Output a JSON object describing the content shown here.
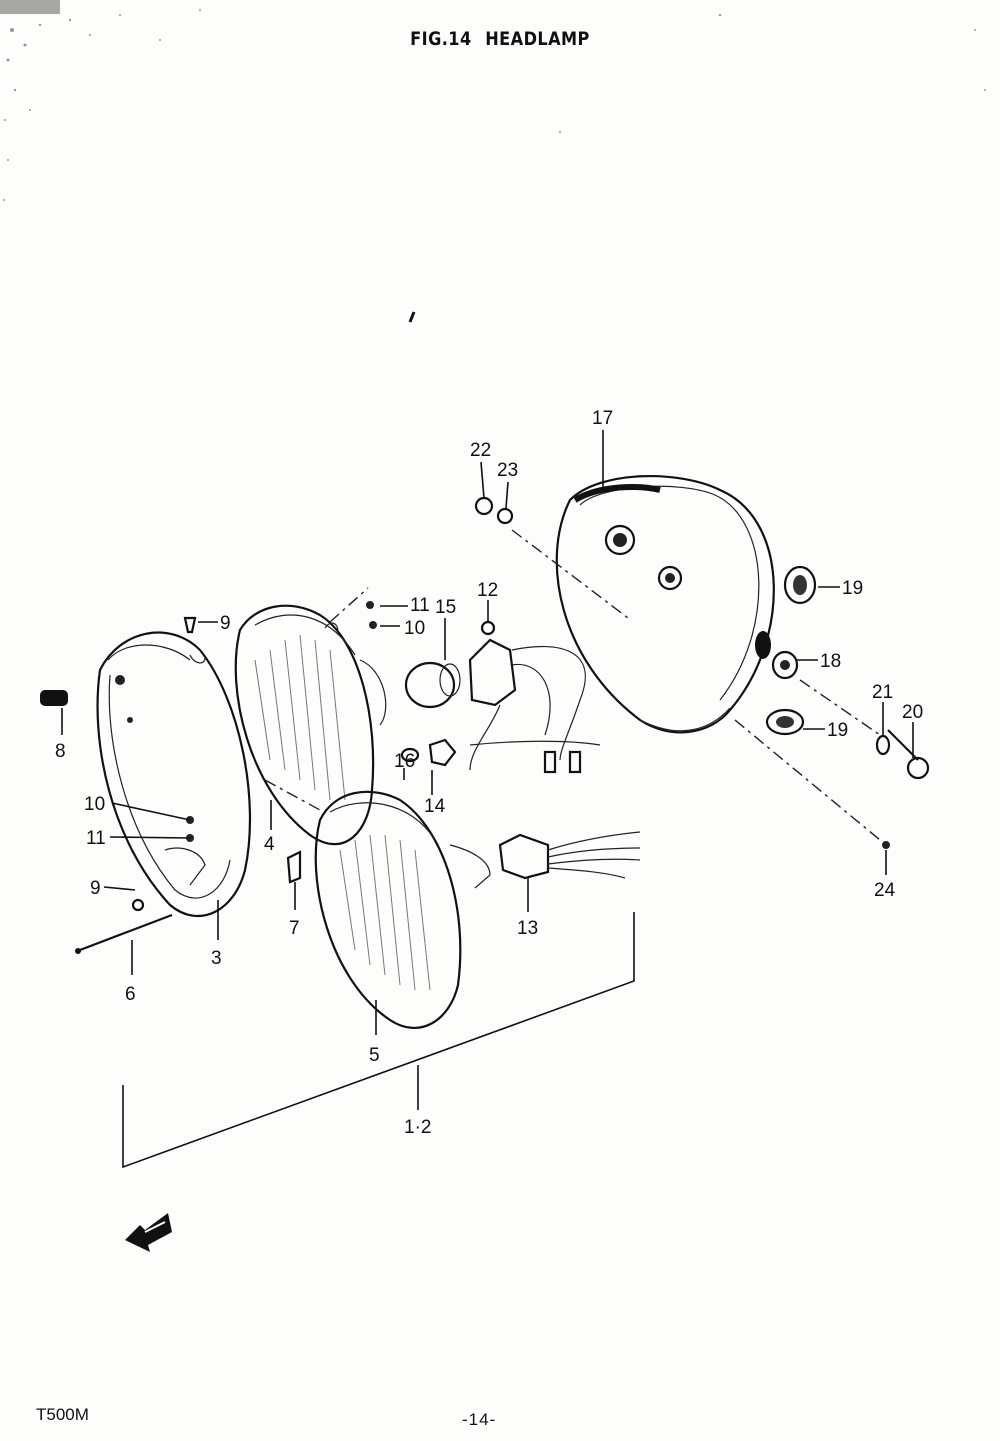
{
  "header": {
    "fig": "FIG.14",
    "title": "HEADLAMP"
  },
  "footer": {
    "model": "T500M",
    "page": "-14-"
  },
  "callouts": {
    "p1_2": "1·2",
    "p3": "3",
    "p4": "4",
    "p5": "5",
    "p6": "6",
    "p7": "7",
    "p8": "8",
    "p9a": "9",
    "p9b": "9",
    "p10a": "10",
    "p10b": "10",
    "p11a": "11",
    "p11b": "11",
    "p12": "12",
    "p13": "13",
    "p14": "14",
    "p15": "15",
    "p16": "16",
    "p17": "17",
    "p18": "18",
    "p19a": "19",
    "p19b": "19",
    "p20": "20",
    "p21": "21",
    "p22": "22",
    "p23": "23",
    "p24": "24"
  },
  "icons": {
    "direction_arrow": "front-arrow-icon"
  }
}
